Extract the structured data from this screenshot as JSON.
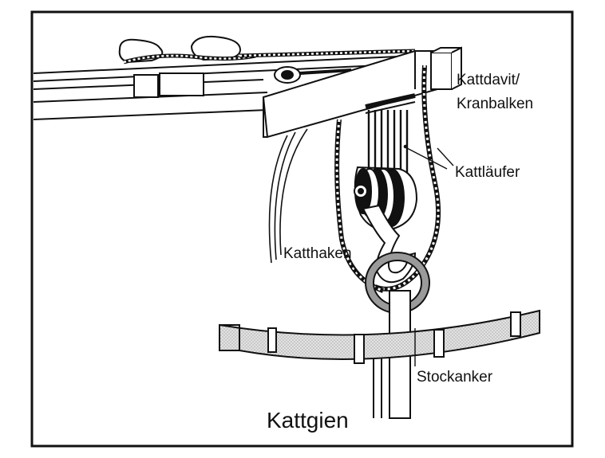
{
  "labels": {
    "davit_line1": "Kattdavit/",
    "davit_line2": "Kranbalken",
    "runner": "Kattläufer",
    "hook": "Katthaken",
    "anchor": "Stockanker"
  },
  "title": "Kattgien",
  "colors": {
    "ink": "#111111",
    "stock_fill": "#d8d8d8",
    "ring_fill": "#9a9a9a",
    "frame": "#111111"
  }
}
